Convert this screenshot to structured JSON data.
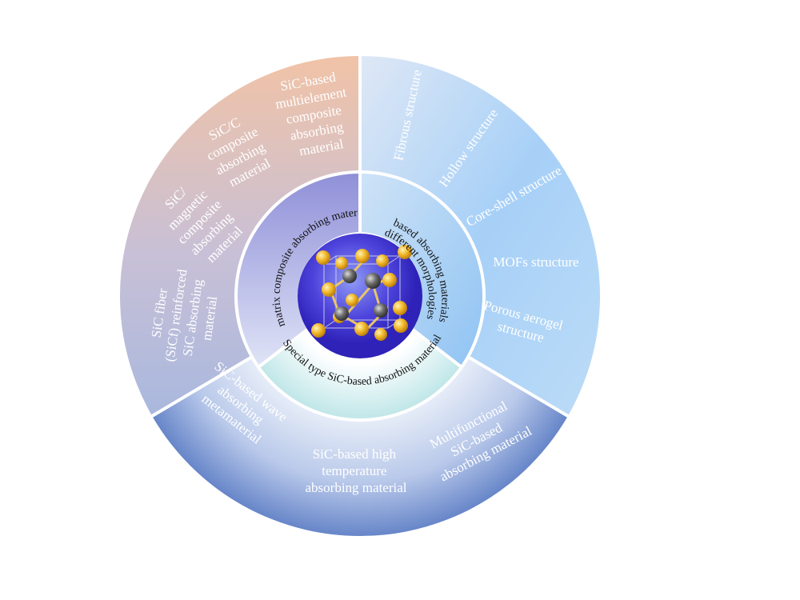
{
  "center": {
    "label": ""
  },
  "inner": [
    {
      "label": "SiC matrix composite absorbing materials"
    },
    {
      "label_lines": [
        "SiC-based absorbing materials with",
        "different morphologies"
      ]
    },
    {
      "label": "Special type SiC-based absorbing material"
    }
  ],
  "outer": {
    "composite": [
      {
        "lines": [
          "SiC-based",
          "multielement",
          "composite",
          "absorbing",
          "material"
        ]
      },
      {
        "lines": [
          "SiC/C",
          "composite",
          "absorbing",
          "material"
        ]
      },
      {
        "lines": [
          "SiC/",
          "magnetic",
          "composite",
          "absorbing",
          "material"
        ]
      },
      {
        "lines": [
          "SiC fiber",
          "(SiCf) reinforced",
          "SiC absorbing",
          "material"
        ]
      }
    ],
    "morphology": [
      {
        "label": "Fibrous  structure"
      },
      {
        "label": "Hollow structure"
      },
      {
        "label": "Core-shell structure"
      },
      {
        "label": "MOFs structure"
      },
      {
        "lines": [
          "Porous aerogel",
          "structure"
        ]
      }
    ],
    "special": [
      {
        "lines": [
          "SiC-based wave",
          "absorbing",
          "metamaterial"
        ]
      },
      {
        "lines": [
          "SiC-based high",
          "temperature",
          "absorbing material"
        ]
      },
      {
        "lines": [
          "Multifunctional",
          "SiC-based",
          "absorbing material"
        ]
      }
    ]
  },
  "colors": {
    "composite_top": "#f1c3a6",
    "composite_bottom": "#aab8dd",
    "morphology_top": "#d7e3f6",
    "morphology_bottom": "#9fcaf6",
    "special_edge": "#5a7cc6",
    "special_center": "#e8eef9",
    "inner_composite": "#8e8fd6",
    "inner_morphology": "#97c8f5",
    "inner_special": "#c9ecec",
    "core": "#3b2fd2",
    "atom_si": "#f2b92b",
    "atom_c": "#6b6b6b"
  }
}
